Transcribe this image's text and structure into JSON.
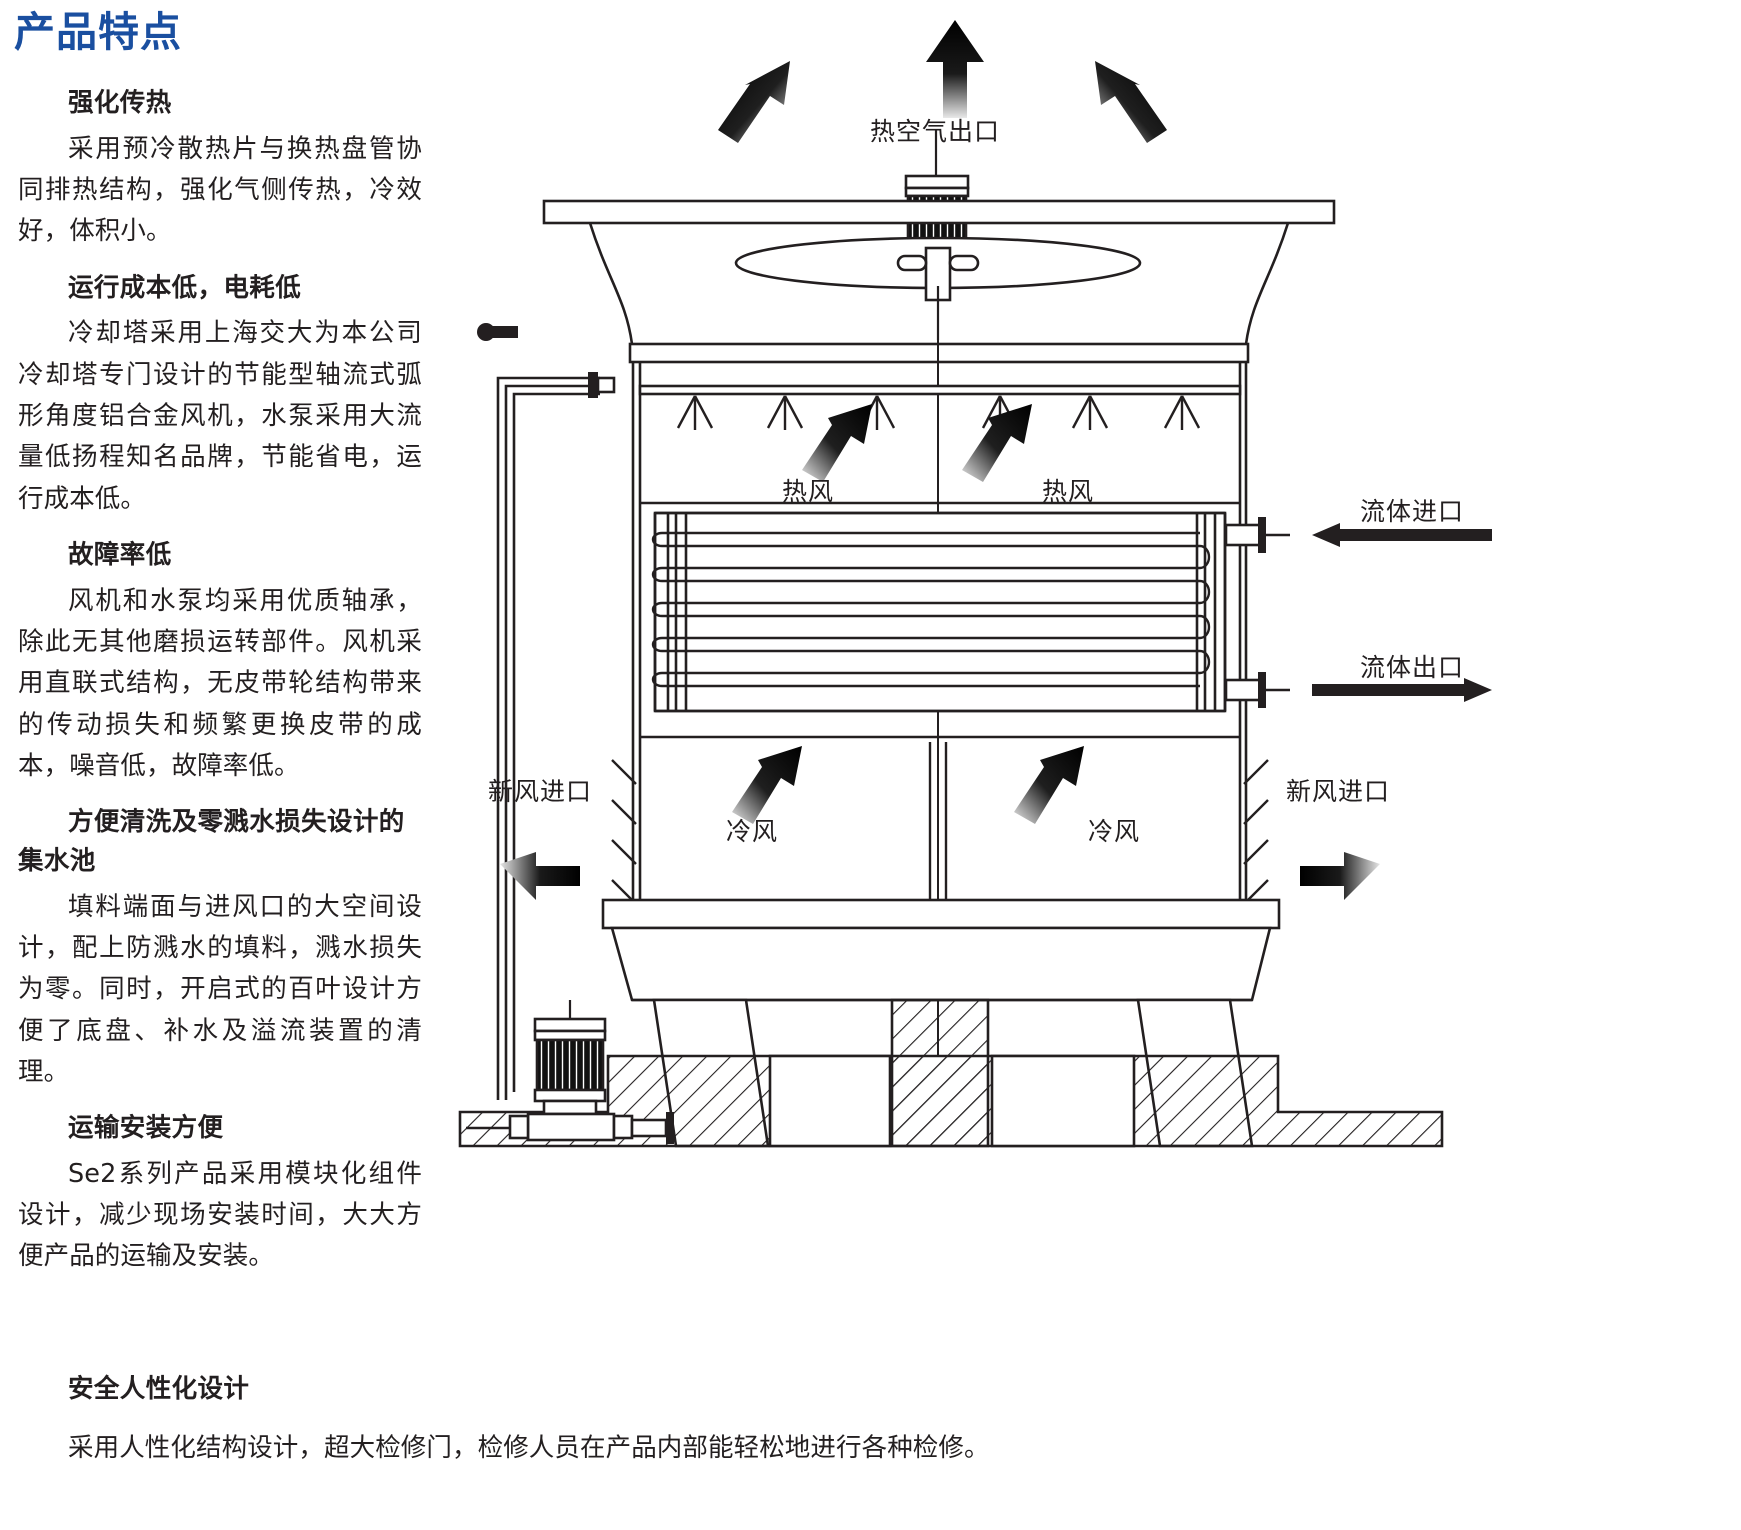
{
  "page": {
    "title": "产品特点",
    "title_color": "#1a4fa0",
    "text_color": "#231f20",
    "background": "#ffffff"
  },
  "features": [
    {
      "heading": "强化传热",
      "body": "采用预冷散热片与换热盘管协同排热结构，强化气侧传热，冷效好，体积小。"
    },
    {
      "heading": "运行成本低，电耗低",
      "body": "冷却塔采用上海交大为本公司冷却塔专门设计的节能型轴流式弧形角度铝合金风机，水泵采用大流量低扬程知名品牌，节能省电，运行成本低。"
    },
    {
      "heading": "故障率低",
      "body": "风机和水泵均采用优质轴承，除此无其他磨损运转部件。风机采用直联式结构，无皮带轮结构带来的传动损失和频繁更换皮带的成本，噪音低，故障率低。"
    },
    {
      "heading": "方便清洗及零溅水损失设计的集水池",
      "body": "填料端面与进风口的大空间设计，配上防溅水的填料，溅水损失为零。同时，开启式的百叶设计方便了底盘、补水及溢流装置的清理。"
    },
    {
      "heading": "运输安装方便",
      "body": "Se2系列产品采用模块化组件设计，减少现场安装时间，大大方便产品的运输及安装。"
    }
  ],
  "wide_feature": {
    "heading": "安全人性化设计",
    "body": "采用人性化结构设计，超大检修门，检修人员在产品内部能轻松地进行各种检修。"
  },
  "diagram": {
    "name": "闭式冷却塔剖面示意图",
    "labels": {
      "hot_air_outlet": "热空气出口",
      "hot_air_left": "热风",
      "hot_air_right": "热风",
      "fluid_inlet": "流体进口",
      "fluid_outlet": "流体出口",
      "fresh_air_inlet_left": "新风进口",
      "fresh_air_inlet_right": "新风进口",
      "cold_air_left": "冷风",
      "cold_air_right": "冷风"
    },
    "components": [
      "fan-motor",
      "fan-blade",
      "spray-nozzles",
      "heat-exchange-coil",
      "louver-left",
      "louver-right",
      "water-basin",
      "circulation-pump",
      "riser-pipe",
      "concrete-foundation"
    ],
    "line_color": "#231f20"
  }
}
